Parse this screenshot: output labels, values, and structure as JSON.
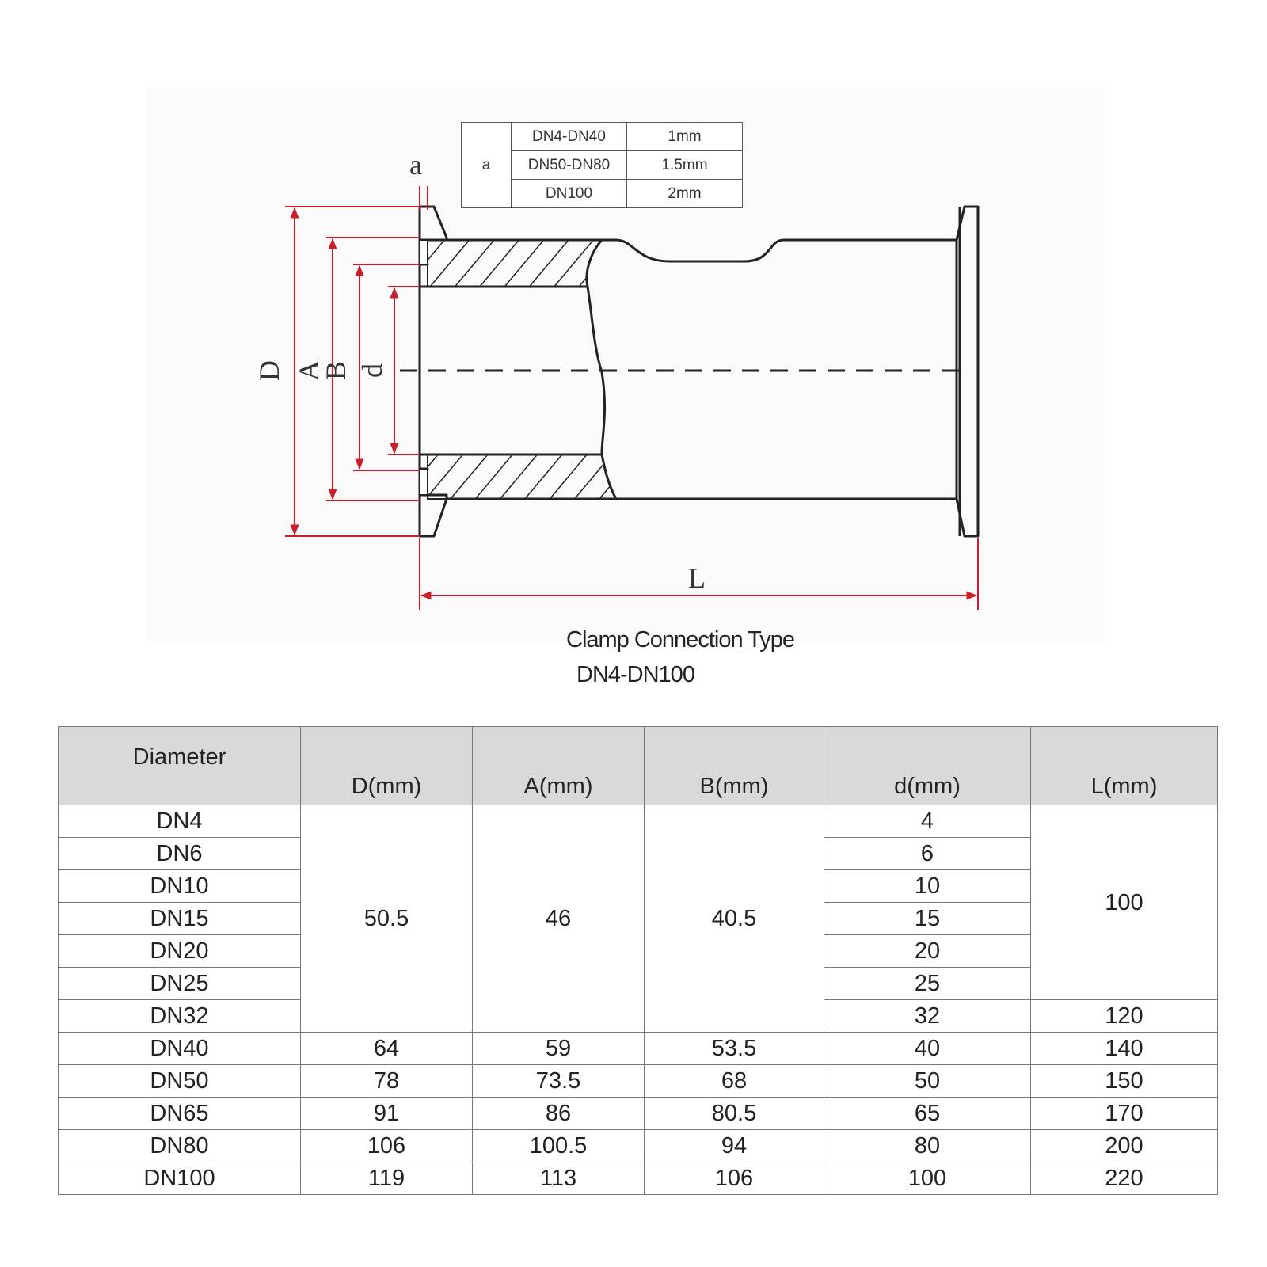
{
  "diagram": {
    "labels": {
      "a": "a",
      "D": "D",
      "A": "A",
      "B": "B",
      "d": "d",
      "L": "L"
    },
    "dimension_color": "#c8202a",
    "line_color": "#222222"
  },
  "thickness_table": {
    "param": "a",
    "rows": [
      {
        "range": "DN4-DN40",
        "value": "1mm"
      },
      {
        "range": "DN50-DN80",
        "value": "1.5mm"
      },
      {
        "range": "DN100",
        "value": "2mm"
      }
    ]
  },
  "caption": {
    "line1": "Clamp Connection Type",
    "line2": "DN4-DN100"
  },
  "spec_table": {
    "headers": {
      "diameter": "Diameter",
      "D": "D(mm)",
      "A": "A(mm)",
      "B": "B(mm)",
      "d": "d(mm)",
      "L": "L(mm)"
    },
    "merged": {
      "D_small": "50.5",
      "A_small": "46",
      "B_small": "40.5",
      "L_small": "100"
    },
    "rows": [
      {
        "dn": "DN4",
        "d": "4"
      },
      {
        "dn": "DN6",
        "d": "6"
      },
      {
        "dn": "DN10",
        "d": "10"
      },
      {
        "dn": "DN15",
        "d": "15"
      },
      {
        "dn": "DN20",
        "d": "20"
      },
      {
        "dn": "DN25",
        "d": "25"
      },
      {
        "dn": "DN32",
        "d": "32",
        "L": "120"
      },
      {
        "dn": "DN40",
        "D": "64",
        "A": "59",
        "B": "53.5",
        "d": "40",
        "L": "140"
      },
      {
        "dn": "DN50",
        "D": "78",
        "A": "73.5",
        "B": "68",
        "d": "50",
        "L": "150"
      },
      {
        "dn": "DN65",
        "D": "91",
        "A": "86",
        "B": "80.5",
        "d": "65",
        "L": "170"
      },
      {
        "dn": "DN80",
        "D": "106",
        "A": "100.5",
        "B": "94",
        "d": "80",
        "L": "200"
      },
      {
        "dn": "DN100",
        "D": "119",
        "A": "113",
        "B": "106",
        "d": "100",
        "L": "220"
      }
    ]
  }
}
